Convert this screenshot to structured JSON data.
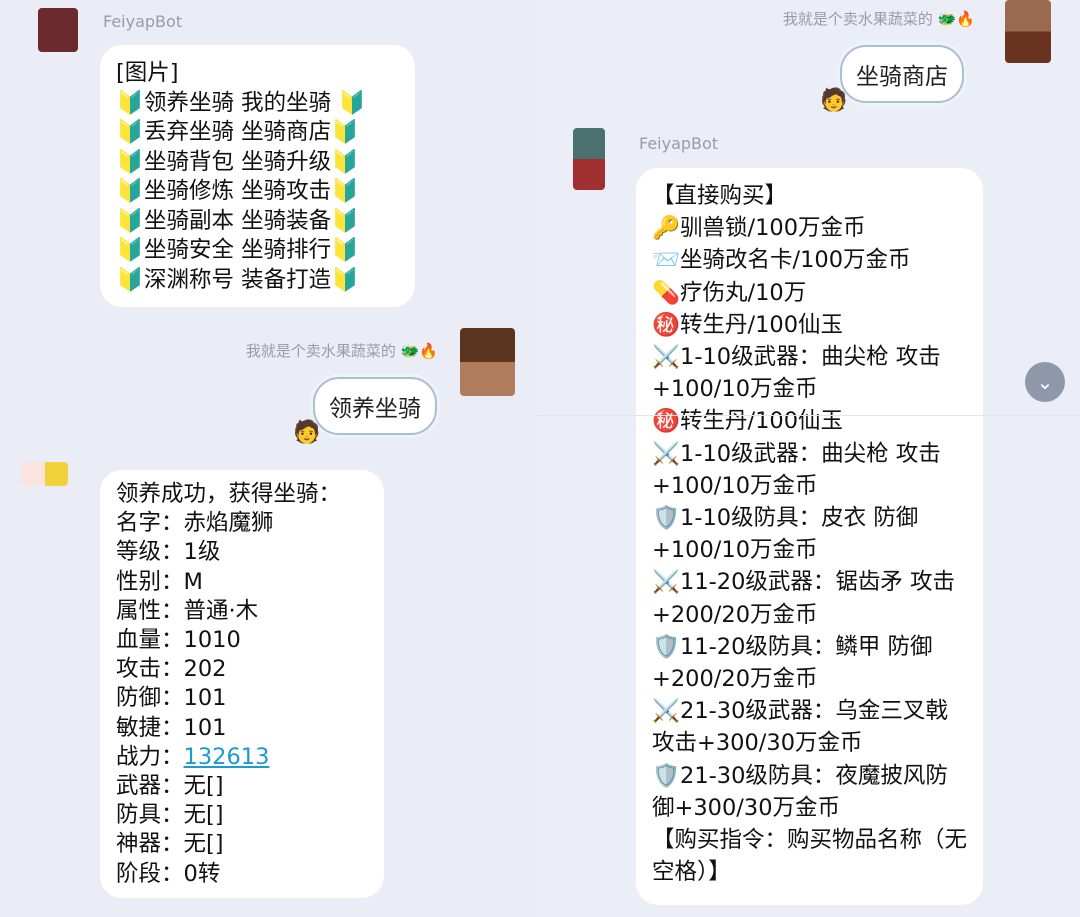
{
  "bot_name": "FeiyapBot",
  "user_nick": "我就是个卖水果蔬菜的 🐲🔥",
  "left": {
    "menu_lines": [
      "[图片]",
      "🔰领养坐骑 我的坐骑 🔰",
      "🔰丢弃坐骑 坐骑商店🔰",
      "🔰坐骑背包 坐骑升级🔰",
      "🔰坐骑修炼 坐骑攻击🔰",
      "🔰坐骑副本 坐骑装备🔰",
      "🔰坐骑安全 坐骑排行🔰",
      "🔰深渊称号 装备打造🔰"
    ],
    "user_message": "领养坐骑",
    "result_lines": [
      "领养成功，获得坐骑：",
      "名字：赤焰魔狮",
      "等级：1级",
      "性别：M",
      "属性：普通·木",
      "血量：1010",
      "攻击：202",
      "防御：101",
      "敏捷：101"
    ],
    "power_label": "战力：",
    "power_value": "132613",
    "result_lines_2": [
      "武器：无[]",
      "防具：无[]",
      "神器：无[]",
      "阶段：0转"
    ]
  },
  "right": {
    "user_message": "坐骑商店",
    "shop_lines": [
      "【直接购买】",
      "🔑驯兽锁/100万金币",
      "📨坐骑改名卡/100万金币",
      "💊疗伤丸/10万",
      "㊙️转生丹/100仙玉",
      "⚔️1-10级武器：曲尖枪 攻击+100/10万金币",
      "㊙️转生丹/100仙玉",
      "⚔️1-10级武器：曲尖枪 攻击+100/10万金币",
      "🛡️1-10级防具：皮衣 防御+100/10万金币",
      "⚔️11-20级武器：锯齿矛 攻击+200/20万金币",
      "🛡️11-20级防具：鳞甲 防御+200/20万金币",
      "⚔️21-30级武器：乌金三叉戟 攻击+300/30万金币",
      "🛡️21-30级防具：夜魔披风防御+300/30万金币",
      "【购买指令：购买物品名称（无空格）】"
    ]
  },
  "scroll_down_icon": "chevron-down-icon",
  "colors": {
    "background": "#eaedf6",
    "link": "#1d9bd1",
    "bubble": "#ffffff"
  }
}
